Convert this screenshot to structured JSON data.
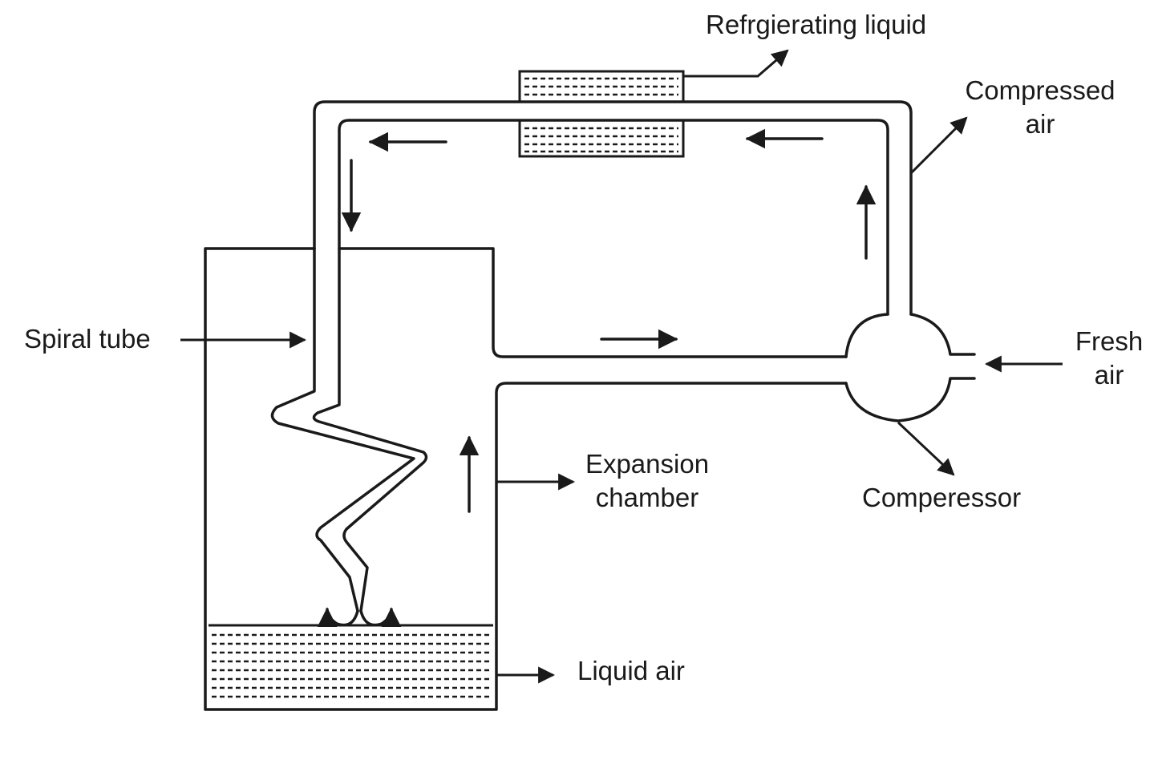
{
  "labels": {
    "refrigerating_liquid": "Refrgierating liquid",
    "compressed_air_line1": "Compressed",
    "compressed_air_line2": "air",
    "spiral_tube": "Spiral tube",
    "fresh_air_line1": "Fresh",
    "fresh_air_line2": "air",
    "expansion_chamber_line1": "Expansion",
    "expansion_chamber_line2": "chamber",
    "compressor": "Comperessor",
    "liquid_air": "Liquid air"
  }
}
